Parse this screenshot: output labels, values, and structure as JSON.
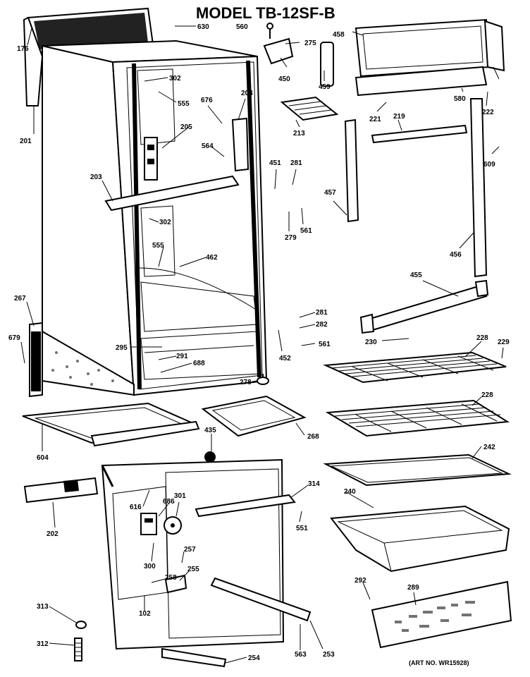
{
  "title": "MODEL TB-12SF-B",
  "art_number": "(ART NO. WR15928)",
  "part_labels": [
    "630",
    "560",
    "275",
    "458",
    "176",
    "302",
    "450",
    "459",
    "555",
    "676",
    "204",
    "221",
    "580",
    "222",
    "213",
    "219",
    "201",
    "205",
    "564",
    "451",
    "281",
    "609",
    "203",
    "457",
    "302",
    "561",
    "279",
    "555",
    "462",
    "456",
    "455",
    "267",
    "281",
    "282",
    "679",
    "230",
    "229",
    "228",
    "295",
    "291",
    "452",
    "561",
    "688",
    "278",
    "228",
    "604",
    "435",
    "268",
    "242",
    "314",
    "616",
    "686",
    "301",
    "240",
    "202",
    "551",
    "257",
    "300",
    "255",
    "258",
    "292",
    "289",
    "313",
    "102",
    "312",
    "563",
    "253",
    "254"
  ]
}
